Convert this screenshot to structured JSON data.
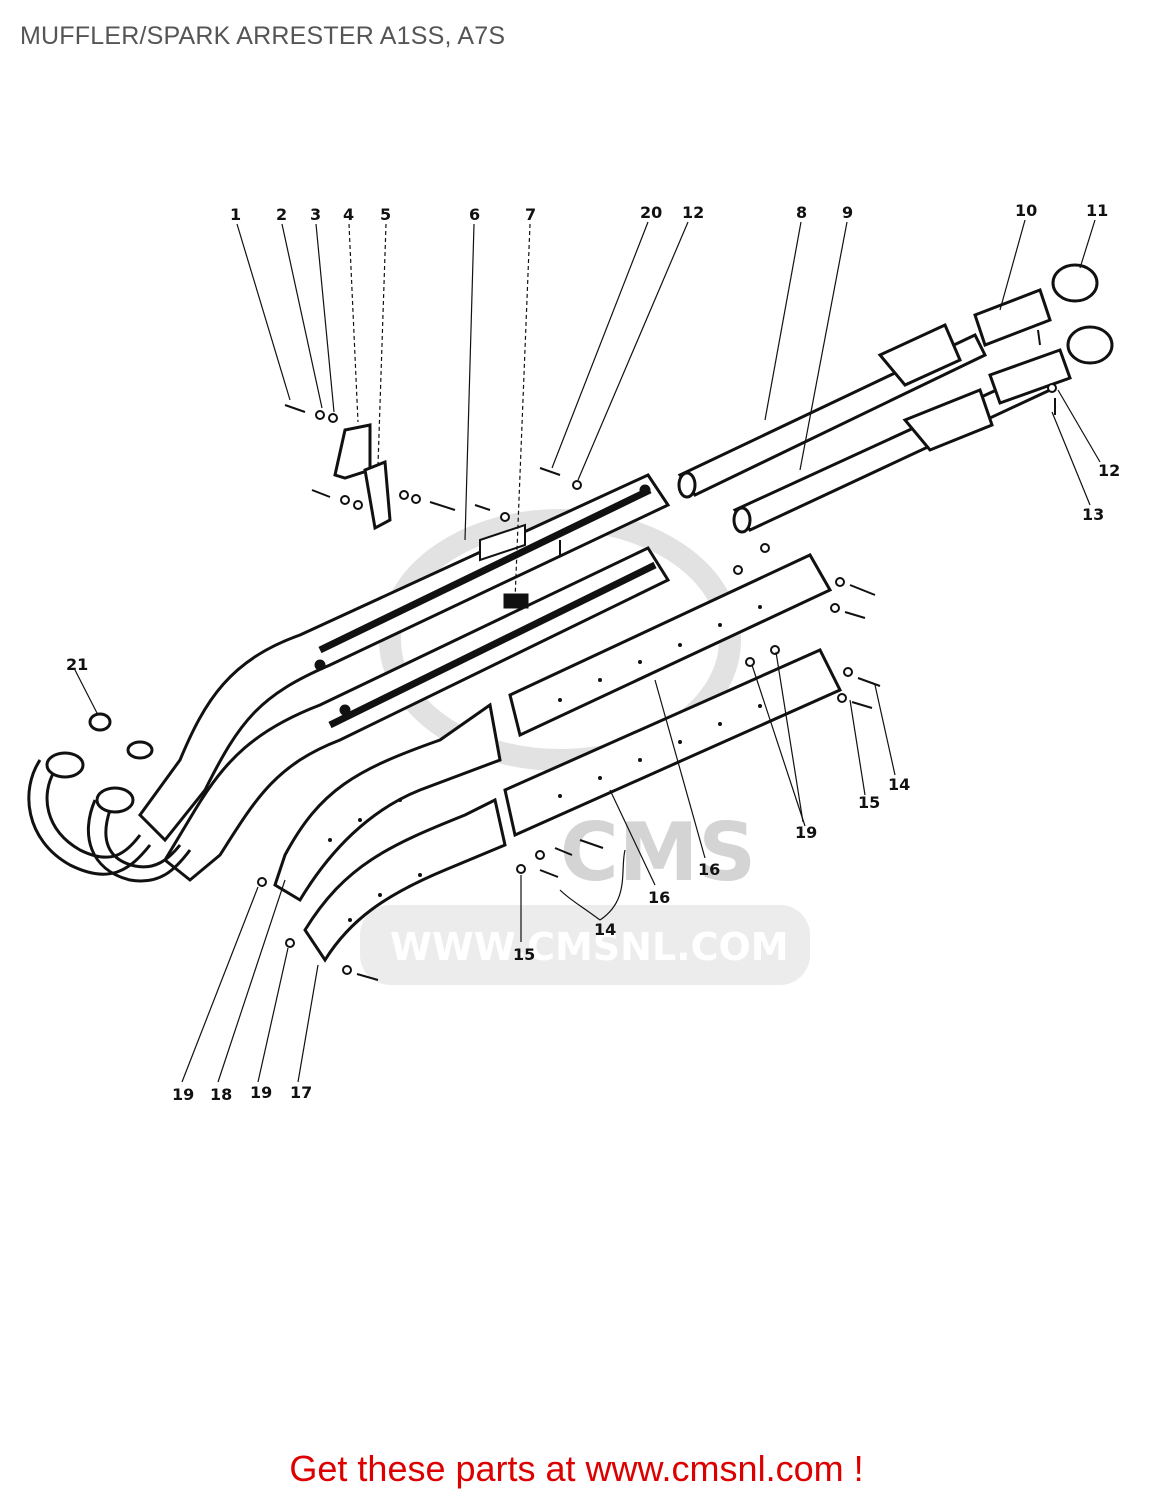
{
  "title": "MUFFLER/SPARK ARRESTER A1SS, A7S",
  "watermark": {
    "logo": "CMS",
    "url": "WWW.CMSNL.COM",
    "color": "#d4d4d4"
  },
  "footer": {
    "link_text": "Get these parts at www.cmsnl.com !",
    "color": "#dd0000"
  },
  "callouts": [
    {
      "id": "c1",
      "label": "1"
    },
    {
      "id": "c2",
      "label": "2"
    },
    {
      "id": "c3",
      "label": "3"
    },
    {
      "id": "c4",
      "label": "4"
    },
    {
      "id": "c5",
      "label": "5"
    },
    {
      "id": "c6",
      "label": "6"
    },
    {
      "id": "c7",
      "label": "7"
    },
    {
      "id": "c20",
      "label": "20"
    },
    {
      "id": "c12a",
      "label": "12"
    },
    {
      "id": "c8",
      "label": "8"
    },
    {
      "id": "c9",
      "label": "9"
    },
    {
      "id": "c10",
      "label": "10"
    },
    {
      "id": "c11",
      "label": "11"
    },
    {
      "id": "c12b",
      "label": "12"
    },
    {
      "id": "c13",
      "label": "13"
    },
    {
      "id": "c21",
      "label": "21"
    },
    {
      "id": "c14a",
      "label": "14"
    },
    {
      "id": "c15a",
      "label": "15"
    },
    {
      "id": "c19a",
      "label": "19"
    },
    {
      "id": "c16a",
      "label": "16"
    },
    {
      "id": "c16b",
      "label": "16"
    },
    {
      "id": "c14b",
      "label": "14"
    },
    {
      "id": "c15b",
      "label": "15"
    },
    {
      "id": "c19b",
      "label": "19"
    },
    {
      "id": "c18",
      "label": "18"
    },
    {
      "id": "c19c",
      "label": "19"
    },
    {
      "id": "c17",
      "label": "17"
    }
  ]
}
